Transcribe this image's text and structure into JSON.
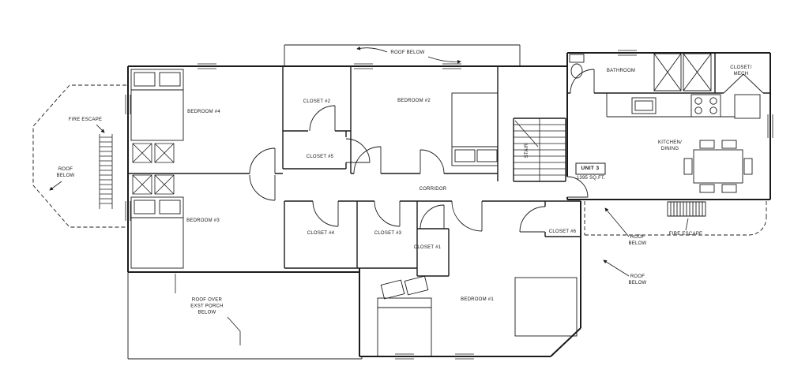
{
  "drawing": {
    "unit": {
      "name": "UNIT 3",
      "area": "1395 SQ.FT."
    },
    "rooms": {
      "bedroom1": "BEDROOM #1",
      "bedroom2": "BEDROOM #2",
      "bedroom3": "BEDROOM #3",
      "bedroom4": "BEDROOM #4",
      "closet1": "CLOSET #1",
      "closet2": "CLOSET #2",
      "closet3": "CLOSET #3",
      "closet4": "CLOSET #4",
      "closet5": "CLOSET #5",
      "closet6": "CLOSET #6",
      "bathroom": "BATHROOM",
      "closet_mech": "CLOSET/\nMECH",
      "kitchen_dining": "KITCHEN/\nDINING",
      "stair": "STAIR",
      "corridor": "CORRIDOR"
    },
    "annotations": {
      "fire_escape_left": "FIRE ESCAPE",
      "roof_below_left": "ROOF\nBELOW",
      "roof_below_top": "ROOF BELOW",
      "roof_over_porch": "ROOF OVER\nEXST PORCH\nBELOW",
      "roof_below_right_upper": "ROOF\nBELOW",
      "fire_escape_right": "FIRE ESCAPE",
      "roof_below_right_lower": "ROOF\nBELOW"
    },
    "line_color": "#1b1b1b"
  }
}
